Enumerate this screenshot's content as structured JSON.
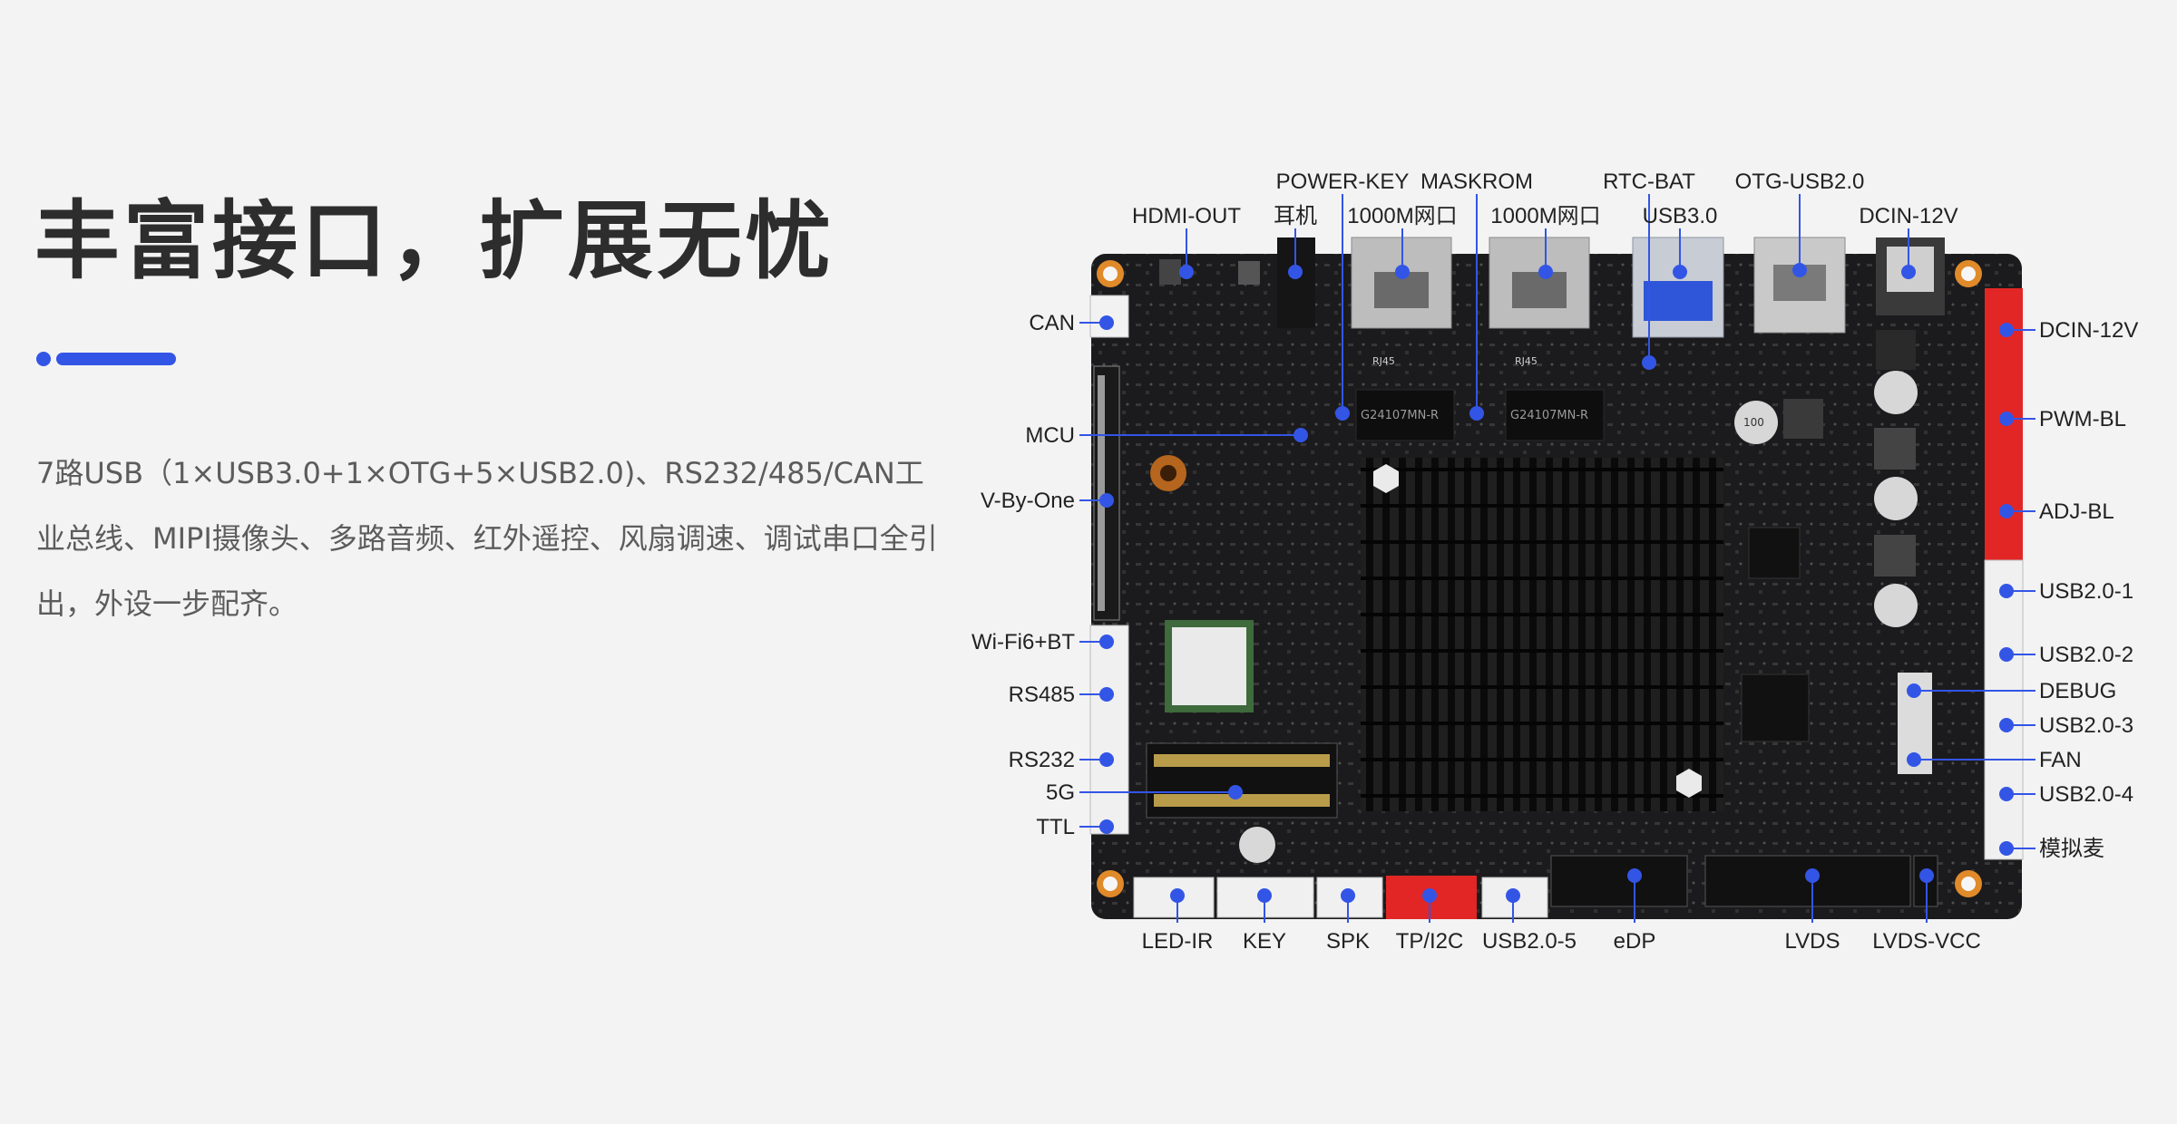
{
  "heading": "丰富接口，扩展无忧",
  "description": "7路USB（1×USB3.0+1×OTG+5×USB2.0)、RS232/485/CAN工业总线、MIPI摄像头、多路音频、红外遥控、风扇调速、调试串口全引出，外设一步配齐。",
  "accent_color": "#3355e6",
  "board_labels": {
    "power_key": "POWER-KEY",
    "maskrom": "MASKROM",
    "rtc_bat": "RTC-BAT",
    "otg_usb": "OTG-USB2.0",
    "hdmi_out": "HDMI-OUT",
    "earphone": "耳机",
    "lan1": "1000M网口",
    "lan2": "1000M网口",
    "usb30": "USB3.0",
    "dcin_top": "DCIN-12V",
    "can": "CAN",
    "mcu": "MCU",
    "vbyone": "V-By-One",
    "wifi": "Wi-Fi6+BT",
    "rs485": "RS485",
    "rs232": "RS232",
    "fiveg": "5G",
    "ttl": "TTL",
    "dcin_right": "DCIN-12V",
    "pwm_bl": "PWM-BL",
    "adj_bl": "ADJ-BL",
    "usb2_1": "USB2.0-1",
    "usb2_2": "USB2.0-2",
    "debug": "DEBUG",
    "usb2_3": "USB2.0-3",
    "fan": "FAN",
    "usb2_4": "USB2.0-4",
    "mic": "模拟麦",
    "led_ir": "LED-IR",
    "key": "KEY",
    "spk": "SPK",
    "tp_i2c": "TP/I2C",
    "usb2_5": "USB2.0-5",
    "edp": "eDP",
    "lvds": "LVDS",
    "lvds_vcc": "LVDS-VCC"
  },
  "board_silkscreen": {
    "rj45_a": "RJ45",
    "rj45_b": "RJ45",
    "chip_a": "G24107MN-R",
    "chip_b": "G24107MN-R",
    "cap_value": "100"
  }
}
